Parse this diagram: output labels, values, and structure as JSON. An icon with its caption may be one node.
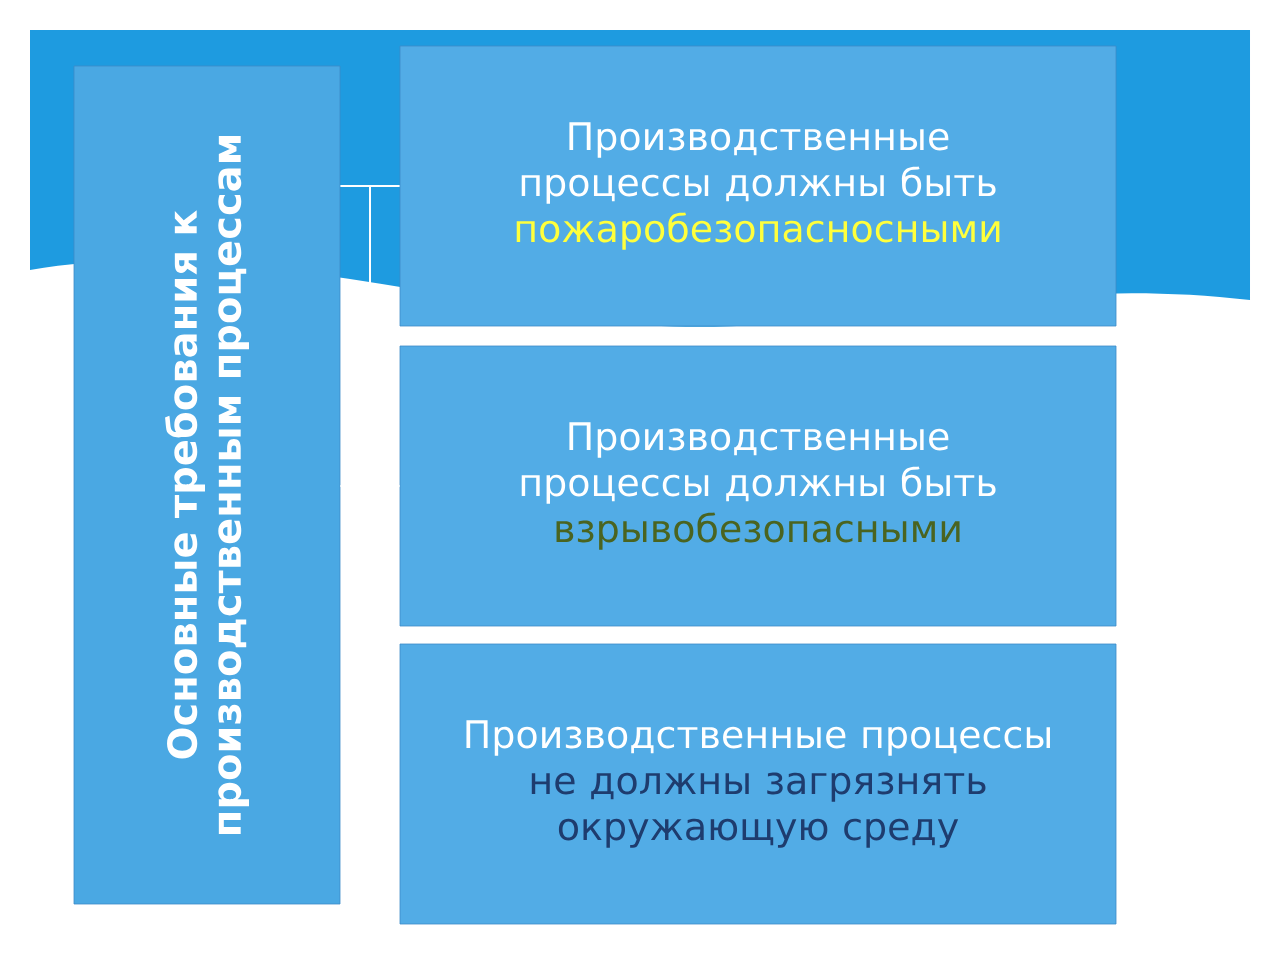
{
  "diagram": {
    "nodes": [
      {
        "text": [
          "Основные требования к производственным процессам"
        ]
      },
      {
        "text": [
          "Производственные процессы должны быть",
          "пожаробезопасносными"
        ]
      },
      {
        "text": [
          "Производственные процессы должны быть",
          "взрывобезопасными"
        ]
      },
      {
        "text": [
          "Производственные процессы",
          "не должны загрязнять окружающую среду"
        ]
      }
    ],
    "edges": [
      {
        "from": 0,
        "to": 1,
        "arrow": "none"
      },
      {
        "from": 0,
        "to": 2,
        "arrow": "none"
      }
    ]
  }
}
